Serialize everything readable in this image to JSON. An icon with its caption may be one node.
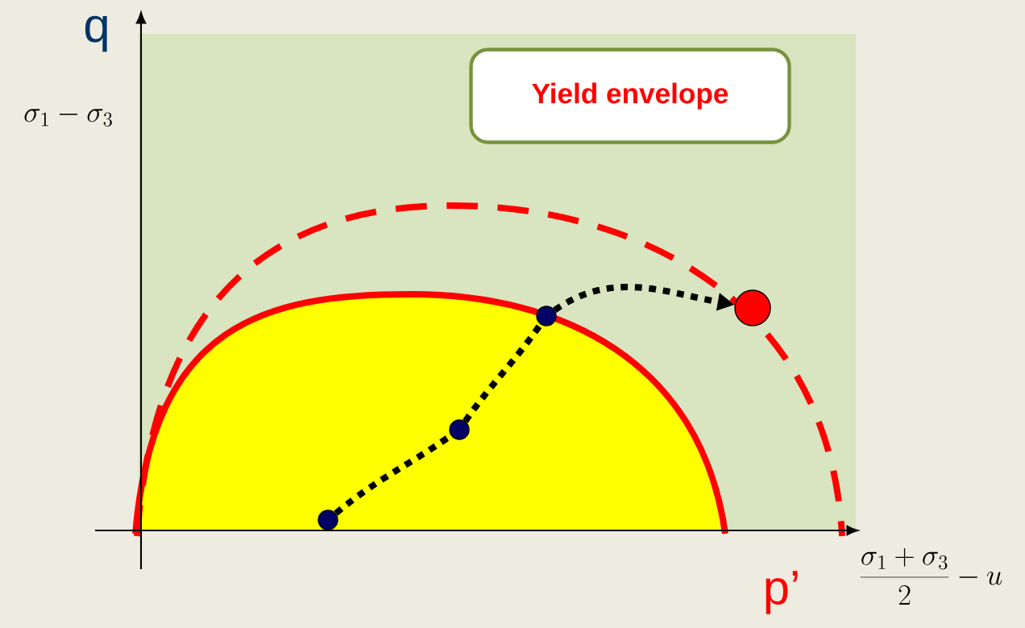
{
  "diagram": {
    "nodes": [
      {
        "text": [
          "Yield envelope"
        ]
      },
      {
        "text": [],
        "shape": "circle"
      },
      {
        "text": [],
        "shape": "circle"
      },
      {
        "text": [],
        "shape": "circle"
      },
      {
        "text": [],
        "shape": "circle"
      }
    ],
    "edges": [
      {
        "from": 1,
        "to": 2,
        "arrow": "none"
      },
      {
        "from": 2,
        "to": 3,
        "arrow": "none"
      },
      {
        "from": 3,
        "to": 4,
        "arrow": "to"
      }
    ],
    "labels": [
      "q",
      "\\sigma_1 - \\sigma_3",
      "p’",
      "\\frac{\\sigma_1 + \\sigma_3}{2} - u"
    ]
  }
}
